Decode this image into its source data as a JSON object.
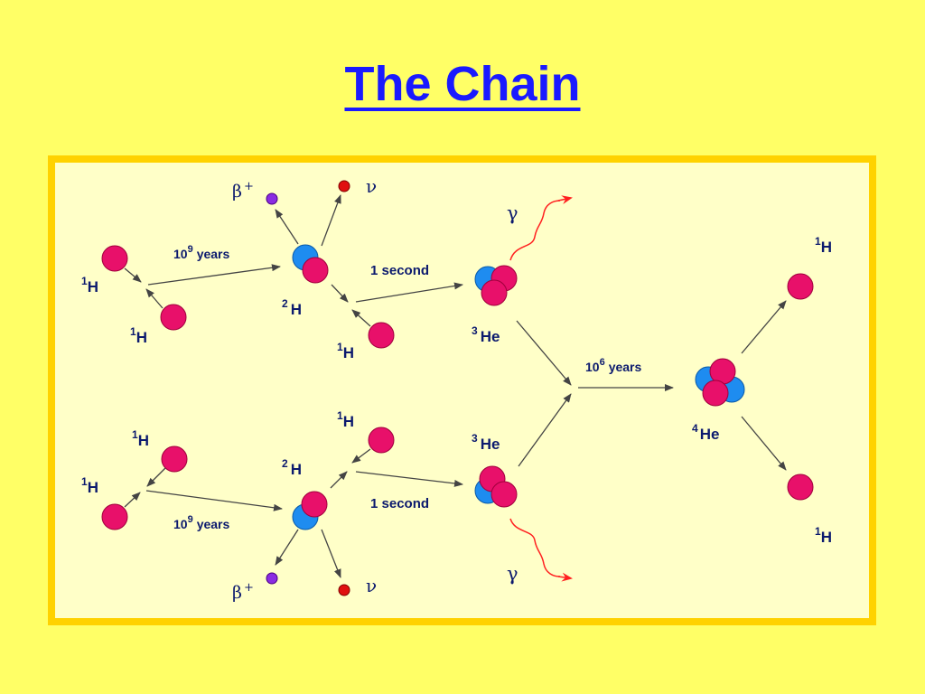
{
  "title": "The Chain",
  "colors": {
    "background": "#ffff66",
    "panel": "#ffffc8",
    "border": "#ffd200",
    "title": "#1a1aff",
    "proton": "#e8106a",
    "neutron": "#1e8cf0",
    "positron": "#8a2be2",
    "neutrino": "#e01010",
    "gamma": "#ff2020",
    "label": "#0c1a6e"
  },
  "labels": {
    "h1": "H",
    "h2": "H",
    "he3": "He",
    "he4": "He",
    "mass_1": "1",
    "mass_2": "2",
    "mass_3": "3",
    "mass_4": "4",
    "ten": "10",
    "exp_9": "9",
    "exp_6": "6",
    "years": "years",
    "one_second": "1 second",
    "beta_plus": "β",
    "plus": "+",
    "neutrino": "ν",
    "gamma": "γ"
  },
  "legend_icons": {
    "proton": "proton-icon",
    "neutron": "neutron-icon",
    "positron": "positron-icon",
    "neutrino": "neutrino-icon",
    "gamma": "gamma-ray-icon"
  }
}
